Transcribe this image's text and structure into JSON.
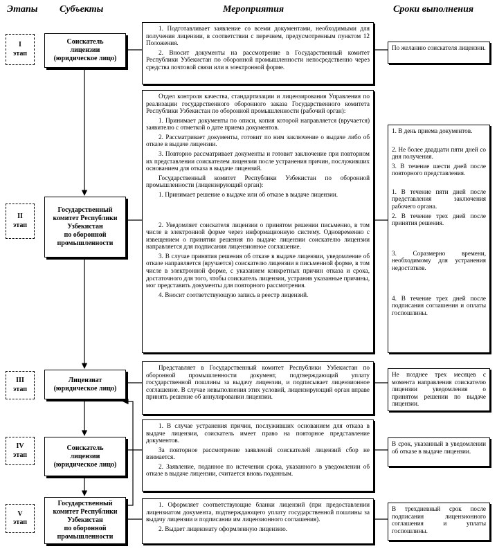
{
  "headers": {
    "stages": "Этапы",
    "subjects": "Субъекты",
    "measures": "Мероприятия",
    "terms": "Сроки выполнения"
  },
  "stages": [
    {
      "num": "I",
      "label": "этап"
    },
    {
      "num": "II",
      "label": "этап"
    },
    {
      "num": "III",
      "label": "этап"
    },
    {
      "num": "IV",
      "label": "этап"
    },
    {
      "num": "V",
      "label": "этап"
    }
  ],
  "subjects": [
    {
      "lines": [
        "Соискатель",
        "лицензии",
        "(юридическое лицо)"
      ]
    },
    {
      "lines": [
        "Государственный",
        "комитет Республики",
        "Узбекистан",
        "по оборонной",
        "промышленности"
      ]
    },
    {
      "lines": [
        "Лицензиат",
        "(юридическое лицо)"
      ]
    },
    {
      "lines": [
        "Соискатель",
        "лицензии",
        "(юридическое лицо)"
      ]
    },
    {
      "lines": [
        "Государственный",
        "комитет Республики",
        "Узбекистан",
        "по оборонной",
        "промышленности"
      ]
    }
  ],
  "measures": {
    "stage1": [
      "1. Подготавливает заявление со всеми документами, необходимыми для получения лицензии, в соответствии с перечнем, предусмотренным пунктом 12 Положения.",
      "2. Вносит документы на рассмотрение в Государственный комитет Республики Узбекистан по оборонной промышленности непосредственно через средства почтовой связи или в электронной форме."
    ],
    "stage2": [
      "Отдел контроля качества, стандартизации и лицензирования Управления по реализации государственного оборонного заказа Государственного комитета Республики Узбекистан по оборонной промышленности (рабочий орган):",
      "1. Принимает документы по описи, копия которой направляется (вручается) заявителю с отметкой о дате приема документов.",
      "2. Рассматривает документы, готовит по ним заключение о выдаче либо об отказе в выдаче лицензии.",
      "3. Повторно рассматривает документы и готовит заключение при повторном их представлении соискателем лицензии после устранения причин, послуживших основанием для отказа в выдаче лицензий.",
      "Государственный комитет Республики Узбекистан по оборонной промышленности (лицензирующий орган):",
      "1. Принимает решение о выдаче или об отказе в выдаче лицензии.",
      "2. Уведомляет соискателя лицензии о принятом решении письменно, в том числе в электронной форме через информационную систему. Одновременно с извещением о принятии решения по выдаче лицензии соискателю лицензии направляется для подписания лицензионное соглашение.",
      "3. В случае принятия решения об отказе в выдаче лицензии, уведомление об отказе направляется (вручается) соискателю лицензии в письменной форме, в том числе в электронной форме, с указанием конкретных причин отказа и срока, достаточного для того, чтобы соискатель лицензии, устранив указанные причины, мог представить документы для повторного рассмотрения.",
      "4. Вносит соответствующую запись в реестр лицензий."
    ],
    "stage3": [
      "Представляет в Государственный комитет Республики Узбекистан по оборонной промышленности документ, подтверждающий уплату государственной пошлины за выдачу лицензии, и подписывает лицензионное соглашение. В случае невыполнения этих условий, лицензирующий орган вправе принять решение об аннулировании лицензии."
    ],
    "stage4": [
      "1. В случае устранения причин, послуживших основанием для отказа в выдаче лицензии, соискатель имеет право на повторное представление документов.",
      "За повторное рассмотрение заявлений соискателей лицензий сбор не взимается.",
      "2. Заявление, поданное по истечении срока, указанного в уведомлении об отказе в выдаче лицензии, считается вновь поданным."
    ],
    "stage5": [
      "1. Оформляет соответствующие бланки лицензий (при предоставлении лицензиатом документа, подтверждающего уплату государственной пошлины за выдачу лицензии и подписании им лицензионного соглашения).",
      "2. Выдает лицензиату оформленную лицензию."
    ]
  },
  "terms": {
    "stage1": [
      "По желанию соискателя лицензии."
    ],
    "stage2": [
      "1. В день приема документов.",
      "2. Не более двадцати пяти дней со дня получения.",
      "3. В течение шести дней после повторного представления.",
      "1. В течение пяти дней после представления заключения рабочего органа.",
      "2. В течение трех дней после принятия решения.",
      "3. Соразмерно времени, необходимому для устранения недостатков.",
      "4. В течение трех дней после подписания соглашения и оплаты госпошлины."
    ],
    "stage3": [
      "Не позднее трех месяцев с момента направления соискателю лицензии уведомления о принятом решении по выдаче лицензии."
    ],
    "stage4": [
      "В срок, указанный в уведомлении об отказе в выдаче лицензии."
    ],
    "stage5": [
      "В трехдневный срок после подписания лицензионного соглашения и уплаты госпошлины."
    ]
  }
}
